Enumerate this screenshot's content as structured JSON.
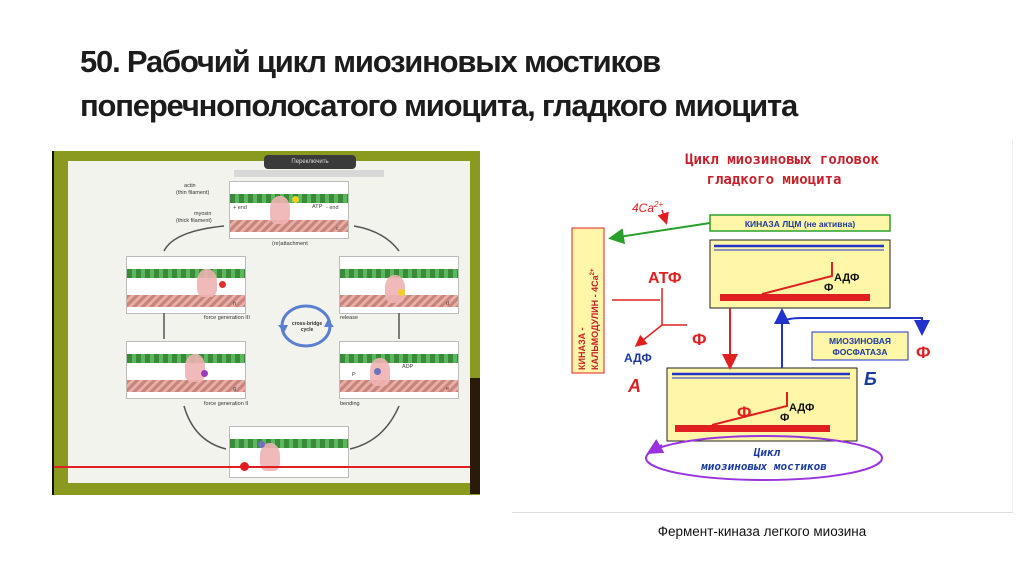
{
  "slide": {
    "title_line1": "50. Рабочий цикл миозиновых мостиков",
    "title_line2": "поперечнополосатого миоцита, гладкого миоцита",
    "caption": "Фермент-киназа легкого миозина"
  },
  "left_figure": {
    "video_toolbar": "Переключить",
    "labels": {
      "actin": "actin",
      "thin": "(thin filament)",
      "myosin": "myosin",
      "thick": "(thick filament)",
      "plus_end": "+ end",
      "minus_end": "- end",
      "atp": "ATP",
      "adp": "ADP",
      "p": "P",
      "reattachment": "(re)attachment",
      "release": "release",
      "bending": "bending",
      "force3": "force generation III",
      "force2": "force generation II",
      "cycle": "cross-bridge cycle",
      "c": "c",
      "d": "d",
      "e": "e",
      "g": "g",
      "h": "h"
    }
  },
  "right_figure": {
    "title_line1": "Цикл миозиновых головок",
    "title_line2": "гладкого миоцита",
    "ca": "4Ca",
    "ca_sup": "2+",
    "kinase_inactive": "КИНАЗА ЛЦМ (не активна)",
    "kinase_vertical_1": "КИНАЗА -",
    "kinase_vertical_2": "КАЛЬМОДУЛИН - 4Ca",
    "kinase_vertical_sup": "2+",
    "atf": "АТФ",
    "adf": "АДФ",
    "f": "Ф",
    "a_label": "А",
    "b_label": "Б",
    "phosphatase_1": "МИОЗИНОВАЯ",
    "phosphatase_2": "ФОСФАТАЗА",
    "cycle_1": "Цикл",
    "cycle_2": "миозиновых мостиков",
    "colors": {
      "red": "#e02020",
      "green": "#2aa02a",
      "blue": "#2233cc",
      "purple": "#9933dd",
      "box": "#fff6a8"
    }
  }
}
